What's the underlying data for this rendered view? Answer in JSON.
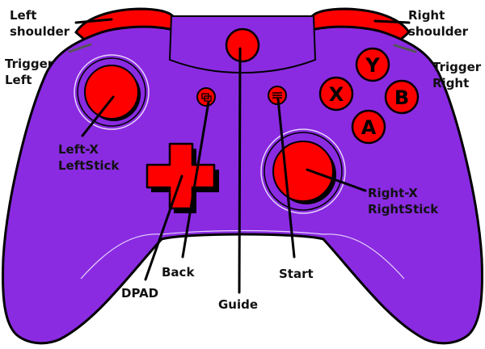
{
  "colors": {
    "body": "#8a2be2",
    "button": "#ff0000",
    "outline": "#000000",
    "line": "#000000",
    "trigger_line": "#555555",
    "text": "#111111",
    "background": "#ffffff"
  },
  "buttons": {
    "y": "Y",
    "x": "X",
    "b": "B",
    "a": "A"
  },
  "labels": {
    "left_shoulder": [
      "Left",
      "shoulder"
    ],
    "trigger_left": [
      "Trigger",
      "Left"
    ],
    "right_shoulder": [
      "Right",
      "shoulder"
    ],
    "trigger_right": [
      "Trigger",
      "Right"
    ],
    "left_stick": [
      "Left-X",
      "LeftStick"
    ],
    "right_stick": [
      "Right-X",
      "RightStick"
    ],
    "dpad": "DPAD",
    "back": "Back",
    "start": "Start",
    "guide": "Guide"
  },
  "icons": {
    "back_button": "view-icon",
    "start_button": "menu-icon"
  }
}
